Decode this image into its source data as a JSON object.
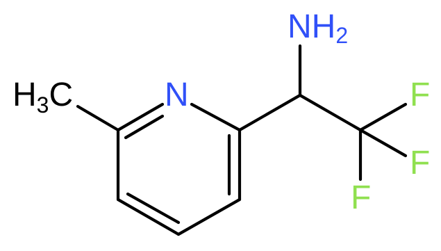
{
  "diagram": {
    "type": "chemical-structure",
    "atoms": {
      "methyl": {
        "main": "H",
        "sub": "3",
        "tail": "C"
      },
      "nitrogen": {
        "main": "N"
      },
      "amine": {
        "main": "NH",
        "sub": "2"
      },
      "fluorine_1": {
        "main": "F"
      },
      "fluorine_2": {
        "main": "F"
      },
      "fluorine_3": {
        "main": "F"
      }
    },
    "colors": {
      "bond": "#000000",
      "carbon_label": "#000000",
      "nitrogen": "#3050F8",
      "fluorine": "#90E050"
    }
  }
}
